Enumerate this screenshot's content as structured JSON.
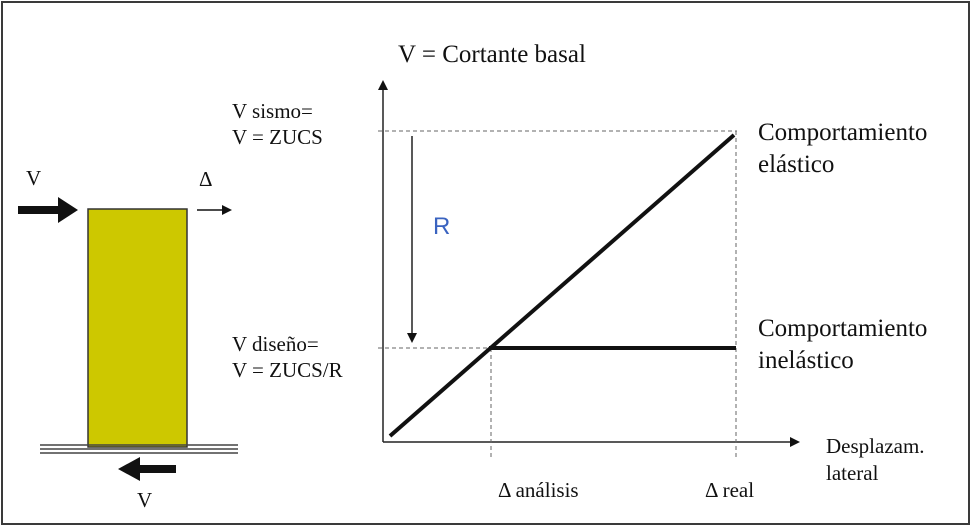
{
  "colors": {
    "column_fill": "#cdc800",
    "r_label": "#3a63c0",
    "line": "#111111",
    "dashed": "#666666"
  },
  "diagram": {
    "title": "V = Cortante basal",
    "v_sismo_line1": "V sismo=",
    "v_sismo_line2": "V = ZUCS",
    "v_diseno_line1": "V diseño=",
    "v_diseno_line2": "V = ZUCS/R",
    "r_label": "R",
    "elastic_line1": "Comportamiento",
    "elastic_line2": "elástico",
    "inelastic_line1": "Comportamiento",
    "inelastic_line2": "inelástico",
    "x_axis_line1": "Desplazam.",
    "x_axis_line2": "lateral",
    "delta_analisis": "Δ análisis",
    "delta_real": "Δ real",
    "column_v_top": "V",
    "column_delta": "Δ",
    "column_v_bottom": "V"
  }
}
